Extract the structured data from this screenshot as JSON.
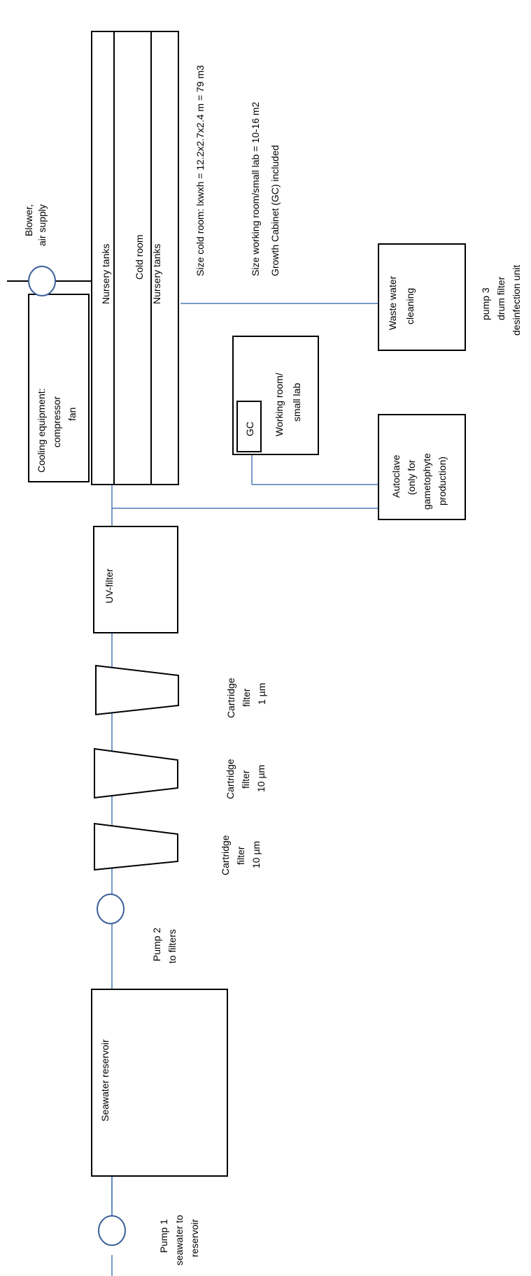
{
  "labels": {
    "nursery_tanks_top": "Nursery tanks",
    "cold_room": "Cold room",
    "nursery_tanks_bottom": "Nursery tanks",
    "cooling_line1": "Cooling equipment:",
    "cooling_line2": "compressor",
    "cooling_line3": "fan",
    "blower_line1": "Blower,",
    "blower_line2": "air supply",
    "size_cold_room": "Size cold room: lxwxh = 12.2x2.7x2.4 m = 79 m3",
    "size_working_room": "Size working room/small lab = 10-16 m2",
    "growth_cabinet_note": "Growth Cabinet (GC) included",
    "waste_line1": "Waste water",
    "waste_line2": "cleaning",
    "pump3_line1": "pump 3",
    "pump3_line2": "drum filter",
    "pump3_line3": "desinfection unit",
    "working_line1": "Working room/",
    "working_line2": "small lab",
    "gc": "GC",
    "autoclave_line1": "Autoclave",
    "autoclave_line2": "(only for",
    "autoclave_line3": "gametophyte",
    "autoclave_line4": "production)",
    "uv_filter": "UV-filter",
    "cart1_line1": "Cartridge",
    "cart1_line2": "filter",
    "cart1_line3": "1 µm",
    "cart2_line1": "Cartridge",
    "cart2_line2": "filter",
    "cart2_line3": "10 µm",
    "cart3_line1": "Cartridge",
    "cart3_line2": "filter",
    "cart3_line3": "10 µm",
    "pump2_line1": "Pump 2",
    "pump2_line2": "to filters",
    "seawater_reservoir": "Seawater reservoir",
    "pump1_line1": "Pump 1",
    "pump1_line2": "seawater to",
    "pump1_line3": "reservoir"
  },
  "colors": {
    "pipe": "#4a78b5",
    "pump_outline": "#3a5f99",
    "outline": "#000000"
  }
}
